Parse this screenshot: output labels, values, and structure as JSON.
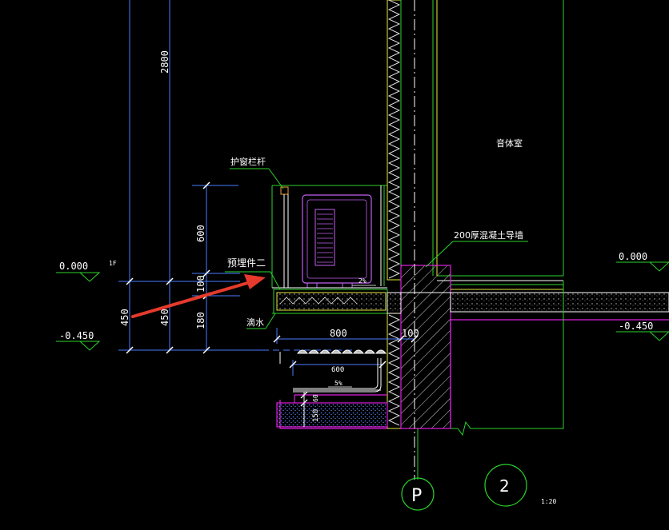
{
  "drawing": {
    "dims": {
      "d2800": "2800",
      "d600": "600",
      "d100a": "100",
      "d180": "180",
      "d450a": "450",
      "d450b": "450",
      "d800": "800",
      "d100b": "100",
      "d600b": "600",
      "d150": "150",
      "slope": "5%",
      "small2": "2%"
    },
    "elevations": {
      "left_top": "0.000",
      "left_bottom": "-0.450",
      "right_top": "0.000",
      "right_bottom": "-0.450",
      "floor_tag": "1F"
    },
    "labels": {
      "guard_rail": "护窗栏杆",
      "embedded_part": "预埋件二",
      "drip": "滴水",
      "room": "音体室",
      "wall": "200厚混凝土导墙"
    },
    "markers": {
      "axis": "P",
      "detail": "2",
      "scale": "1:20"
    }
  },
  "colors": {
    "background": "#000000",
    "dimension": "#4a7bff",
    "green": "#2bd42b",
    "white": "#ffffff",
    "magenta": "#e020e0",
    "yellow": "#e8e840",
    "arrow": "#e53a2c"
  }
}
